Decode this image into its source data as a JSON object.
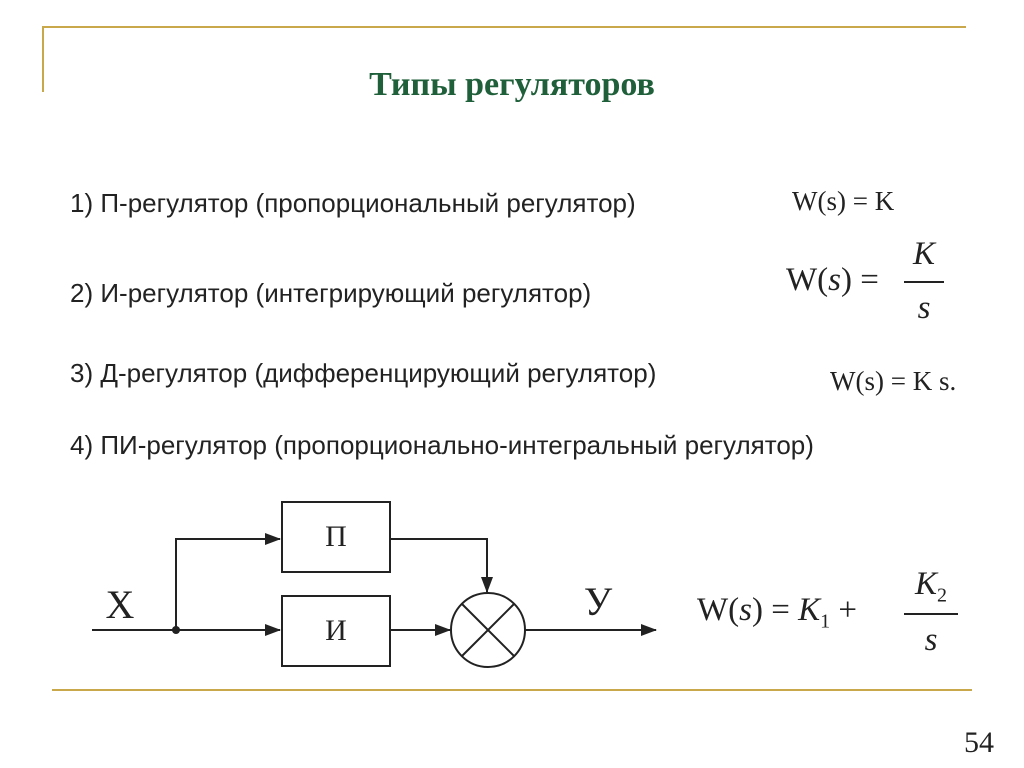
{
  "title": "Типы регуляторов",
  "items": [
    {
      "text": "1) П-регулятор (пропорциональный регулятор)",
      "formula": "W(s) = K"
    },
    {
      "text": "2) И-регулятор (интегрирующий регулятор)",
      "formula_lhs": "W(",
      "formula_var": "s",
      "formula_rhs": ") =",
      "numerator": "K",
      "denominator": "s"
    },
    {
      "text": "3) Д-регулятор (дифференцирующий регулятор)",
      "formula": "W(s) = K s."
    },
    {
      "text": "4) ПИ-регулятор (пропорционально-интегральный регулятор)"
    }
  ],
  "diagram": {
    "input_label": "X",
    "output_label": "У",
    "block_p": "П",
    "block_i": "И"
  },
  "pi_formula": {
    "lhs": "W(",
    "var": "s",
    "mid": ") =",
    "k1": "K",
    "k1_sub": "1",
    "plus": "+",
    "k2": "K",
    "k2_sub": "2",
    "denominator": "s"
  },
  "page_number": "54",
  "colors": {
    "title": "#1f5f3a",
    "frame": "#c8a84a"
  }
}
